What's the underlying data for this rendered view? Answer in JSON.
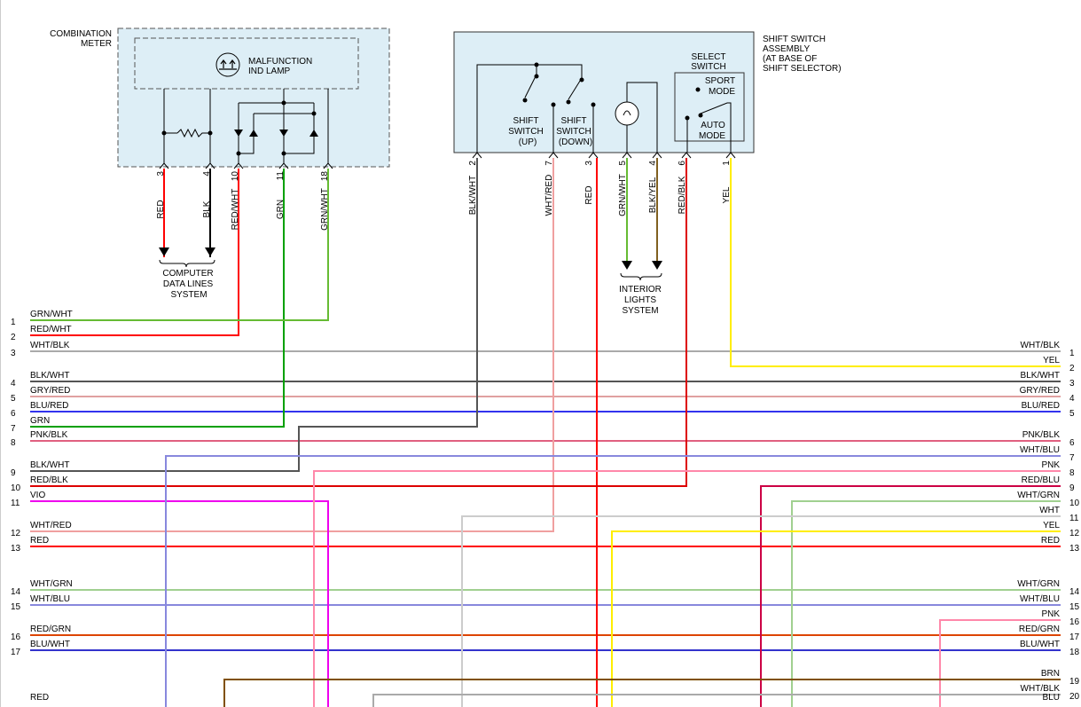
{
  "combination_meter": {
    "title": [
      "COMBINATION",
      "METER"
    ],
    "lamp_label": [
      "MALFUNCTION",
      "IND LAMP"
    ],
    "pins": [
      {
        "num": "3",
        "wire": "RED",
        "color": "#ff0000"
      },
      {
        "num": "4",
        "wire": "BLK",
        "color": "#000000"
      },
      {
        "num": "10",
        "wire": "RED/WHT",
        "color": "#ff0000"
      },
      {
        "num": "11",
        "wire": "GRN",
        "color": "#00a000"
      },
      {
        "num": "18",
        "wire": "GRN/WHT",
        "color": "#66bb33"
      }
    ],
    "data_lines_label": [
      "COMPUTER",
      "DATA LINES",
      "SYSTEM"
    ]
  },
  "shift_switch": {
    "title": [
      "SHIFT SWITCH",
      "ASSEMBLY",
      "(AT BASE OF",
      "SHIFT SELECTOR)"
    ],
    "select_label": [
      "SELECT",
      "SWITCH"
    ],
    "sport_label": [
      "SPORT",
      "MODE"
    ],
    "auto_label": [
      "AUTO",
      "MODE"
    ],
    "up_label": [
      "SHIFT",
      "SWITCH",
      "(UP)"
    ],
    "down_label": [
      "SHIFT",
      "SWITCH",
      "(DOWN)"
    ],
    "pins": [
      {
        "num": "2",
        "wire": "BLK/WHT",
        "color": "#555555"
      },
      {
        "num": "7",
        "wire": "WHT/RED",
        "color": "#f0a0a0"
      },
      {
        "num": "3",
        "wire": "RED",
        "color": "#ff0000"
      },
      {
        "num": "5",
        "wire": "GRN/WHT",
        "color": "#66bb33"
      },
      {
        "num": "4",
        "wire": "BLK/YEL",
        "color": "#806020"
      },
      {
        "num": "6",
        "wire": "RED/BLK",
        "color": "#dd0000"
      },
      {
        "num": "1",
        "wire": "YEL",
        "color": "#ffee00"
      }
    ],
    "interior_label": [
      "INTERIOR",
      "LIGHTS",
      "SYSTEM"
    ]
  },
  "left_connector": [
    {
      "num": "1",
      "label": "GRN/WHT",
      "color": "#66bb33"
    },
    {
      "num": "2",
      "label": "RED/WHT",
      "color": "#ff0000"
    },
    {
      "num": "3",
      "label": "WHT/BLK",
      "color": "#aaaaaa"
    },
    {
      "num": "4",
      "label": "BLK/WHT",
      "color": "#555555"
    },
    {
      "num": "5",
      "label": "GRY/RED",
      "color": "#e0a0a0"
    },
    {
      "num": "6",
      "label": "BLU/RED",
      "color": "#3333ee"
    },
    {
      "num": "7",
      "label": "GRN",
      "color": "#00a000"
    },
    {
      "num": "8",
      "label": "PNK/BLK",
      "color": "#e06080"
    },
    {
      "num": "9",
      "label": "BLK/WHT",
      "color": "#555555"
    },
    {
      "num": "10",
      "label": "RED/BLK",
      "color": "#dd0000"
    },
    {
      "num": "11",
      "label": "VIO",
      "color": "#ee00ee"
    },
    {
      "num": "12",
      "label": "WHT/RED",
      "color": "#f0a0a0"
    },
    {
      "num": "13",
      "label": "RED",
      "color": "#ff0000"
    },
    {
      "num": "14",
      "label": "WHT/GRN",
      "color": "#a0d090"
    },
    {
      "num": "15",
      "label": "WHT/BLU",
      "color": "#8888dd"
    },
    {
      "num": "16",
      "label": "RED/GRN",
      "color": "#dd4400"
    },
    {
      "num": "17",
      "label": "BLU/WHT",
      "color": "#3333cc"
    },
    {
      "num": "",
      "label": "RED",
      "color": "#ff0000"
    }
  ],
  "right_connector": [
    {
      "num": "1",
      "label": "WHT/BLK",
      "color": "#aaaaaa"
    },
    {
      "num": "2",
      "label": "YEL",
      "color": "#ffee00"
    },
    {
      "num": "3",
      "label": "BLK/WHT",
      "color": "#555555"
    },
    {
      "num": "4",
      "label": "GRY/RED",
      "color": "#e0a0a0"
    },
    {
      "num": "5",
      "label": "BLU/RED",
      "color": "#3333ee"
    },
    {
      "num": "6",
      "label": "PNK/BLK",
      "color": "#e06080"
    },
    {
      "num": "7",
      "label": "WHT/BLU",
      "color": "#8888dd"
    },
    {
      "num": "8",
      "label": "PNK",
      "color": "#ff88aa"
    },
    {
      "num": "9",
      "label": "RED/BLU",
      "color": "#cc0044"
    },
    {
      "num": "10",
      "label": "WHT/GRN",
      "color": "#a0d090"
    },
    {
      "num": "11",
      "label": "WHT",
      "color": "#cccccc"
    },
    {
      "num": "12",
      "label": "YEL",
      "color": "#ffee00"
    },
    {
      "num": "13",
      "label": "RED",
      "color": "#ff0000"
    },
    {
      "num": "14",
      "label": "WHT/GRN",
      "color": "#a0d090"
    },
    {
      "num": "15",
      "label": "WHT/BLU",
      "color": "#8888dd"
    },
    {
      "num": "16",
      "label": "PNK",
      "color": "#ff88aa"
    },
    {
      "num": "17",
      "label": "RED/GRN",
      "color": "#dd4400"
    },
    {
      "num": "18",
      "label": "BLU/WHT",
      "color": "#3333cc"
    },
    {
      "num": "19",
      "label": "BRN",
      "color": "#805000"
    },
    {
      "num": "20",
      "label": "WHT/BLK",
      "color": "#aaaaaa"
    },
    {
      "num": "",
      "label": "BLU",
      "color": "#3333ee"
    }
  ]
}
